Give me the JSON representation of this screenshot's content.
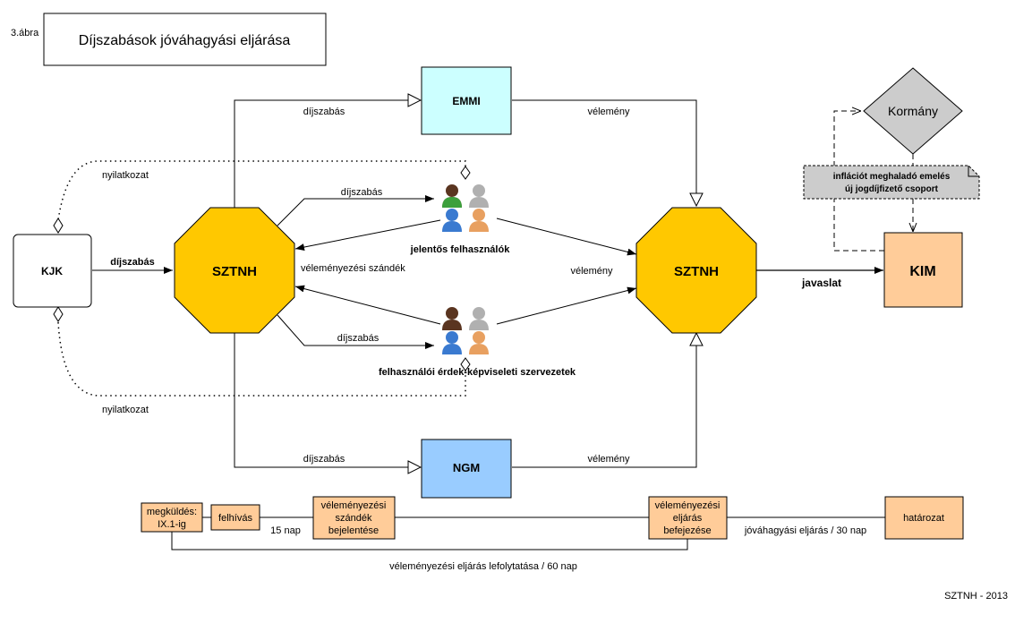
{
  "figure_label": "3.ábra",
  "title": "Díjszabások jóváhagyási eljárása",
  "footer": "SZTNH - 2013",
  "colors": {
    "octagon_fill": "#ffc800",
    "emmi_fill": "#ccffff",
    "ngm_fill": "#99ccff",
    "orange_fill": "#ffcc99",
    "gray_fill": "#cccccc"
  },
  "nodes": {
    "kjk": "KJK",
    "sztnh_left": "SZTNH",
    "sztnh_right": "SZTNH",
    "emmi": "EMMI",
    "ngm": "NGM",
    "kim": "KIM",
    "kormany": "Kormány",
    "users_major": "jelentős felhasználók",
    "users_orgs": "felhasználói érdek-képviseleti szervezetek",
    "note_line1": "inflációt meghaladó emelés",
    "note_line2": "új jogdíjfizető csoport"
  },
  "edges": {
    "kjk_to_sztnh": "díjszabás",
    "nyilatkozat_top": "nyilatkozat",
    "nyilatkozat_bottom": "nyilatkozat",
    "to_emmi": "díjszabás",
    "emmi_out": "vélemény",
    "to_major": "díjszabás",
    "major_back": "véleményezési szándék",
    "to_right_opinion": "vélemény",
    "to_orgs": "díjszabás",
    "to_ngm": "díjszabás",
    "ngm_out": "vélemény",
    "javaslat": "javaslat"
  },
  "timeline": {
    "step1_line1": "megküldés:",
    "step1_line2": "IX.1-ig",
    "step2": "felhívás",
    "days15": "15 nap",
    "step3_line1": "véleményezési",
    "step3_line2": "szándék",
    "step3_line3": "bejelentése",
    "step4_line1": "véleményezési",
    "step4_line2": "eljárás",
    "step4_line3": "befejezése",
    "approval": "jóváhagyási eljárás / 30 nap",
    "step5": "határozat",
    "consult": "véleményezési eljárás lefolytatása / 60 nap"
  }
}
